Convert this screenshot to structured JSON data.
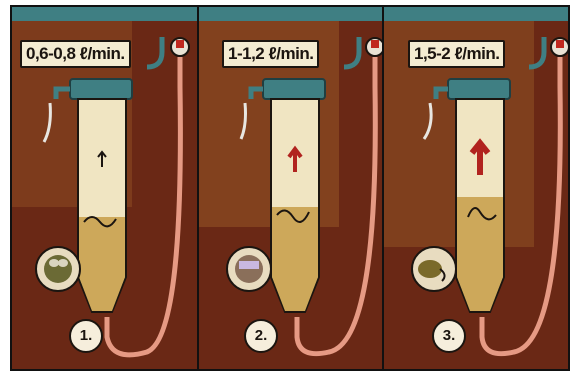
{
  "panels": [
    {
      "flow_rate": "0,6-0,8 ℓ/min.",
      "step": "1.",
      "arrow": "small-dark-up-arrow",
      "inset": "ovoid-egg-icon"
    },
    {
      "flow_rate": "1-1,2 ℓ/min.",
      "step": "2.",
      "arrow": "medium-red-up-arrow",
      "inset": "eyed-egg-icon"
    },
    {
      "flow_rate": "1,5-2 ℓ/min.",
      "step": "3.",
      "arrow": "large-red-up-arrow",
      "inset": "hatching-larva-icon"
    }
  ],
  "colors": {
    "background_brown": "#6d2a16",
    "pipe_teal": "#3f7f83",
    "tube_pink": "#e69a84",
    "jar_glass": "#f0e5c2",
    "eggs": "#cda85a",
    "arrow_red": "#b1231f"
  }
}
